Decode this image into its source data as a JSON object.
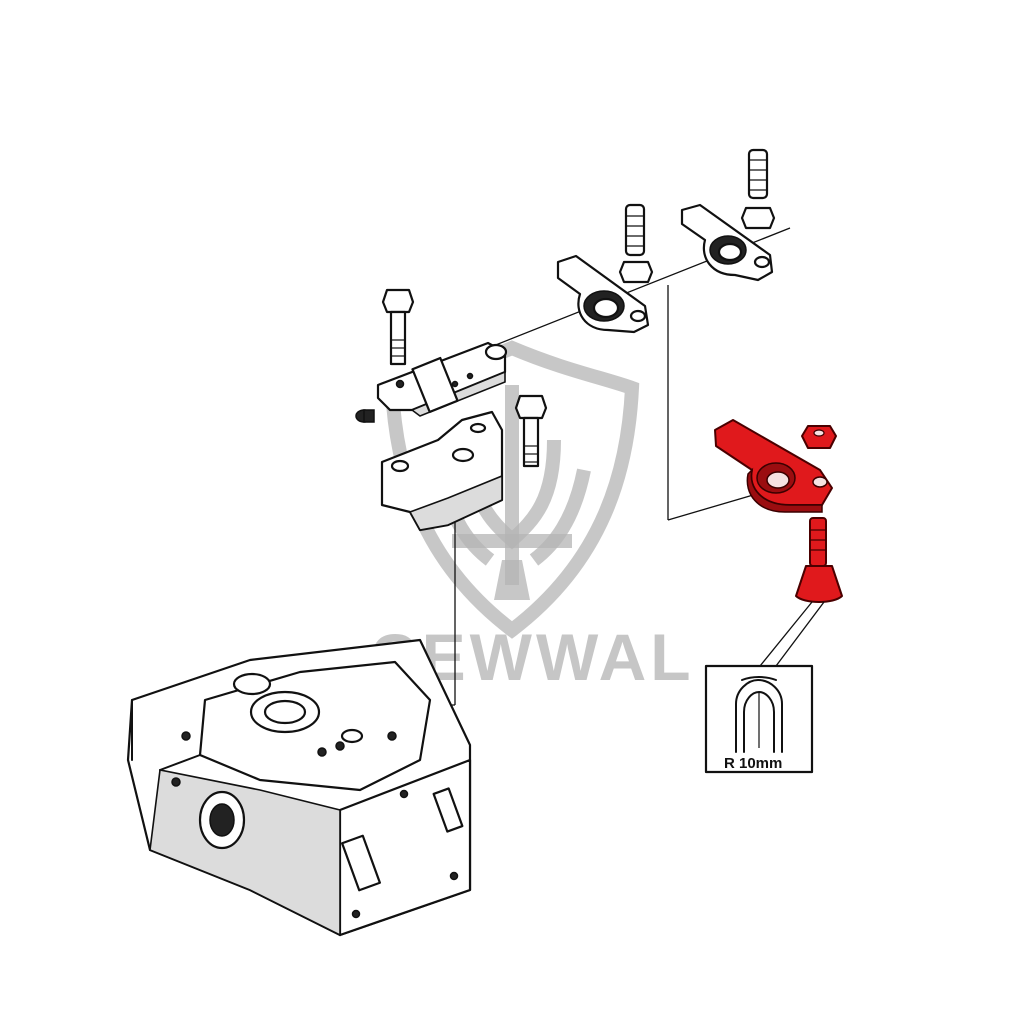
{
  "watermark": {
    "brand": "CEWWAL",
    "color": "#b4b4b4"
  },
  "highlight_color": "#e0191c",
  "detail_view": {
    "label": "R 10mm"
  },
  "parts": [
    {
      "name": "cylinder-head",
      "highlighted": false
    },
    {
      "name": "rocker-shaft",
      "highlighted": false
    },
    {
      "name": "rocker-shaft-bracket",
      "highlighted": false
    },
    {
      "name": "rocker-arm",
      "highlighted": false
    },
    {
      "name": "rocker-arm",
      "highlighted": false
    },
    {
      "name": "rocker-arm",
      "highlighted": true
    },
    {
      "name": "adjusting-screw",
      "highlighted": false
    },
    {
      "name": "adjusting-screw",
      "highlighted": true
    },
    {
      "name": "lock-nut",
      "highlighted": true
    },
    {
      "name": "bolt",
      "highlighted": false
    }
  ]
}
